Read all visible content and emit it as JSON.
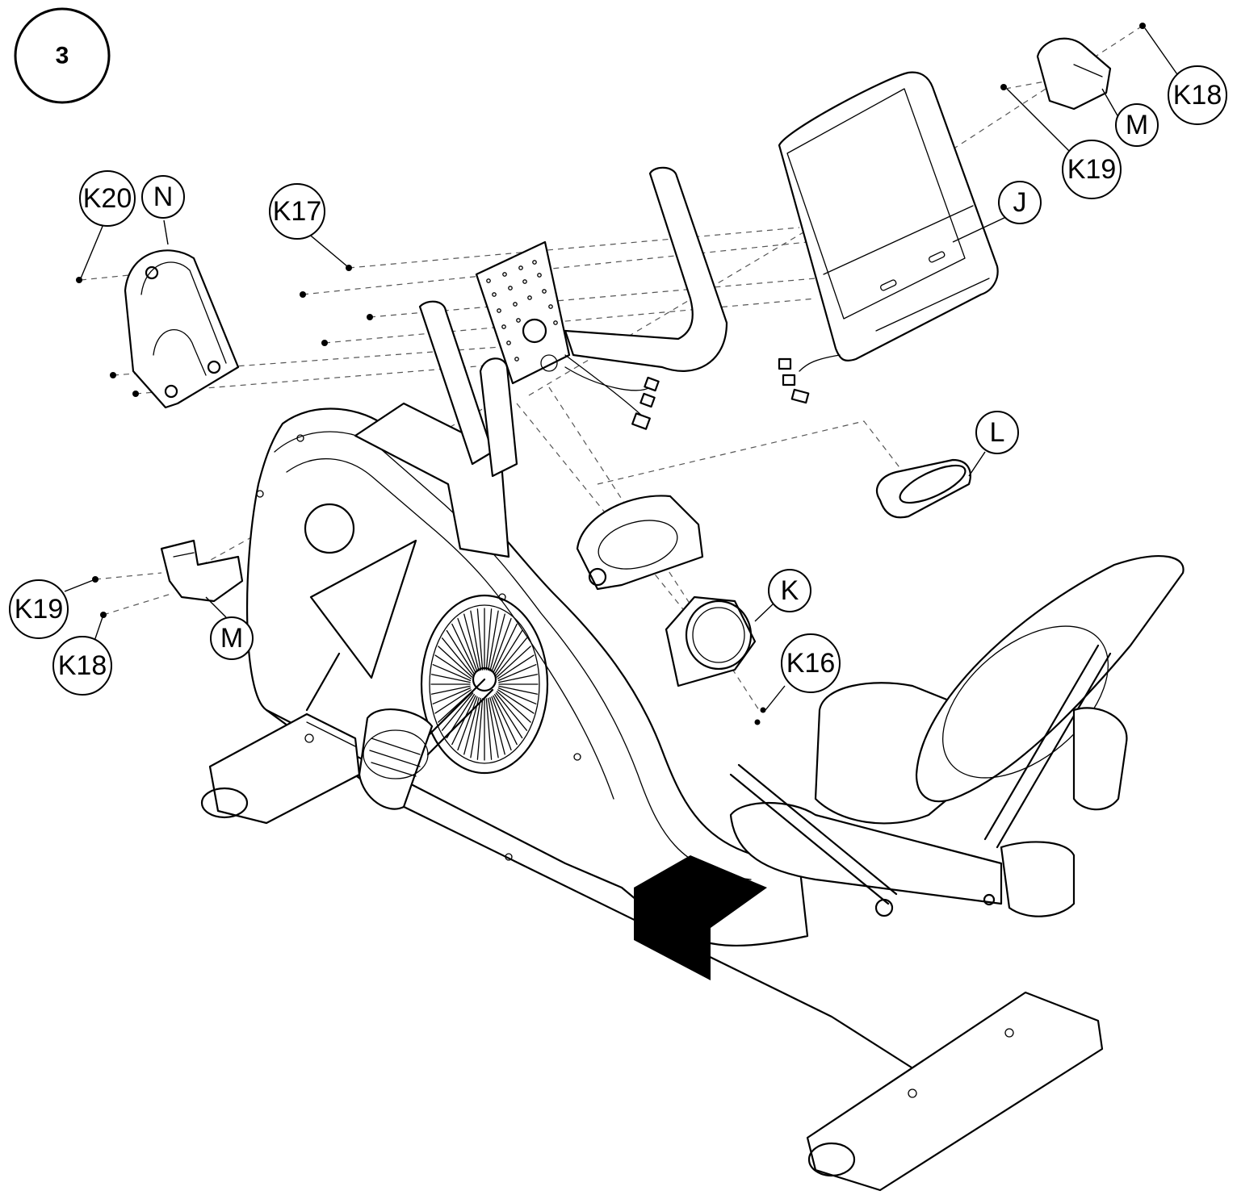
{
  "diagram": {
    "step_number": "3",
    "callouts": {
      "k20": "K20",
      "n": "N",
      "k17": "K17",
      "j": "J",
      "k18_top": "K18",
      "m_top": "M",
      "k19_top": "K19",
      "l": "L",
      "k": "K",
      "k16": "K16",
      "k19_left": "K19",
      "k18_left": "K18",
      "m_left": "M"
    }
  }
}
